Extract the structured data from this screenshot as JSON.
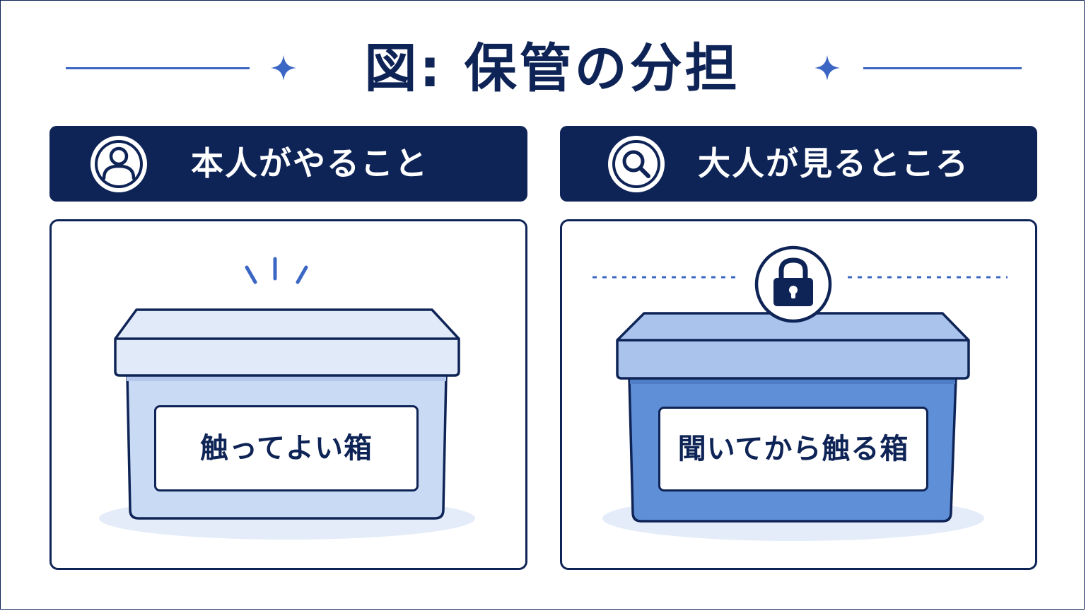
{
  "figure": {
    "title": "図: 保管の分担",
    "accent_color": "#3b66c4",
    "navy_color": "#0f2456"
  },
  "left": {
    "header_label": "本人がやること",
    "header_icon": "person-icon",
    "box_label": "触ってよい箱",
    "box_color": "#c9daf4",
    "lid_color": "#e1eaf8"
  },
  "right": {
    "header_label": "大人が見るところ",
    "header_icon": "magnifier-icon",
    "box_label": "聞いてから触る箱",
    "box_icon": "padlock-icon",
    "box_color": "#5f8fd6",
    "lid_color": "#a9c3ec"
  }
}
